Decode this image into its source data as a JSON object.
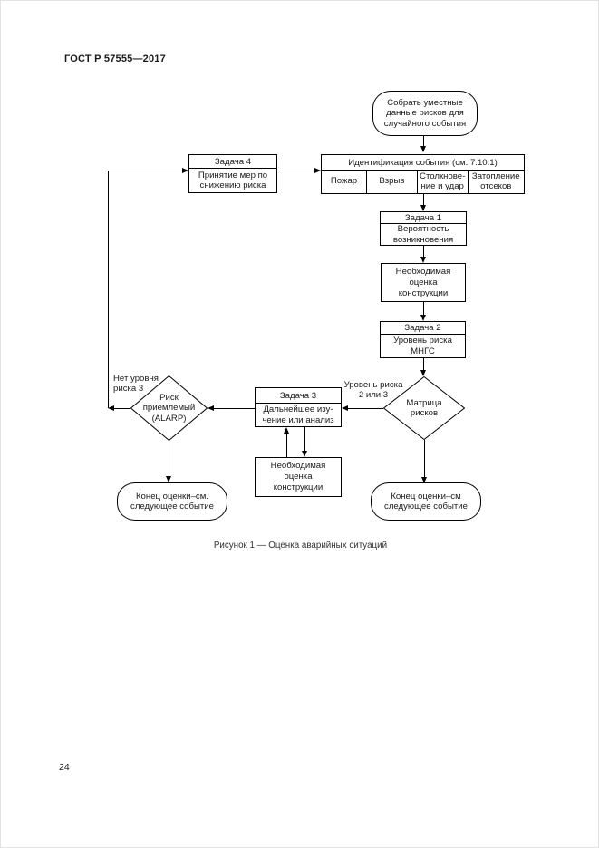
{
  "page": {
    "header": "ГОСТ Р 57555—2017",
    "caption": "Рисунок 1 — Оценка аварийных ситуаций",
    "page_number": "24"
  },
  "colors": {
    "line": "#000000",
    "background": "#ffffff"
  },
  "flowchart": {
    "start_oval": "Собрать уместные\nданные рисков для\nслучайного события",
    "identification": {
      "title": "Идентификация события (см. 7.10.1)",
      "cells": [
        {
          "label": "Пожар"
        },
        {
          "label": "Взрыв"
        },
        {
          "label": "Столкнове-\nние и удар"
        },
        {
          "label": "Затопление\nотсеков"
        }
      ]
    },
    "task4": {
      "title": "Задача 4",
      "body": "Принятие мер по\nснижению риска"
    },
    "task1": {
      "title": "Задача 1",
      "body": "Вероятность\nвозникновения"
    },
    "structural1": "Необходимая\nоценка\nконструкции",
    "task2": {
      "title": "Задача 2",
      "body": "Уровень риска\nМНГС"
    },
    "matrix_diamond": "Матрица\nрисков",
    "task3": {
      "title": "Задача 3",
      "body": "Дальнейшее изу-\nчение или анализ"
    },
    "structural2": "Необходимая\nоценка\nконструкции",
    "acceptable_diamond": "Риск\nприемлемый\n(ALARP)",
    "labels": {
      "level23": "Уровень риска\n2 или 3",
      "no_level3": "Нет уровня\nриска 3"
    },
    "end_left": "Конец оценки–см.\nследующее событие",
    "end_right": "Конец оценки–см\nследующее событие"
  }
}
